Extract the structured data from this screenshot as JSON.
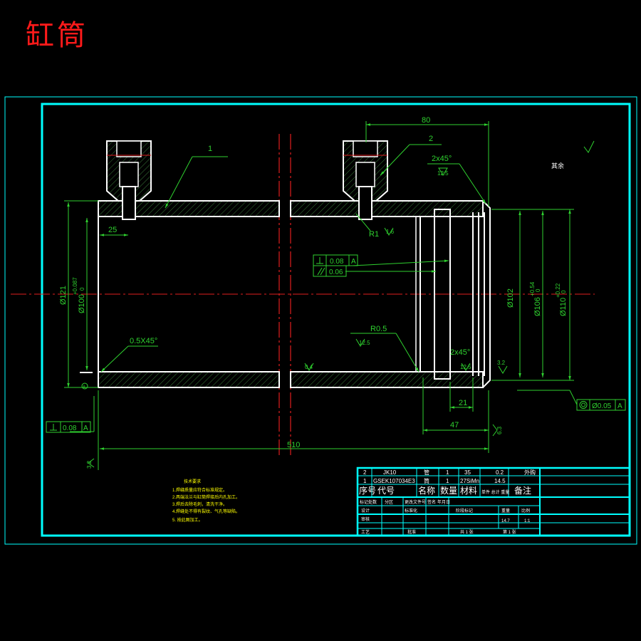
{
  "page_title": "缸筒",
  "dimensions": {
    "top_80": "80",
    "left_25": "25",
    "total_510": "510",
    "d47": "47",
    "d21": "21",
    "dia121": "Ø121",
    "dia100": "Ø100",
    "dia100_tol": "+0.087",
    "dia100_low": "0",
    "dia102": "Ø102",
    "dia106": "Ø106",
    "dia106_tol": "+0.54",
    "dia106_low": "0",
    "dia110": "Ø110",
    "dia110_tol": "+0.22",
    "dia110_low": "0",
    "chamfer_top": "2x45°",
    "chamfer_inner": "2x45°",
    "chamfer_left": "0.5X45°",
    "r1": "R1",
    "r05": "R0.5"
  },
  "balloons": {
    "b1": "1",
    "b2": "2"
  },
  "roughness": {
    "r125_top": "12.5",
    "r125_mid": "12.5",
    "r125_inner": "12.5",
    "r16": "1.6",
    "r04": "0.4",
    "r32_right": "3.2",
    "r63": "6.3",
    "r32_left": "3.2",
    "rest": "其余"
  },
  "tolerances": {
    "perp_value": "0.08",
    "perp_datum": "A",
    "par_value": "0.06",
    "coax_value": "Ø0.05",
    "coax_datum": "A",
    "left_perp_value": "0.08",
    "left_perp_datum": "A"
  },
  "datum_symbol": "A",
  "tech_notes": {
    "heading": "技术要求",
    "items": [
      "1.焊缝质量应符合标准规定。",
      "2.两端法兰与缸筒焊接后内孔加工。",
      "3.焊后去除毛刺，清洗干净。",
      "4.焊缝处不得有裂纹、气孔等缺陷。",
      "5.            按此图加工。"
    ]
  },
  "bom": {
    "rows": [
      [
        "2",
        "JK10",
        "管",
        "1",
        "35",
        "0.2",
        "外购"
      ],
      [
        "1",
        "GSEK107034E3",
        "筒",
        "1",
        "27SiMn",
        "14.5",
        ""
      ]
    ],
    "header": [
      "序号",
      "代号",
      "名称",
      "数量",
      "材料",
      "单件 总计 重量",
      "备注"
    ]
  },
  "title_block": {
    "labels": [
      "标记",
      "处数",
      "分区",
      "更改文件号",
      "签名",
      "年月日",
      "设计",
      "标准化",
      "阶段标记",
      "重量",
      "比例",
      "审核",
      "工艺",
      "批准",
      "共 1 张",
      "第 1 张"
    ],
    "scale": "1:1",
    "weight": "14.7"
  }
}
